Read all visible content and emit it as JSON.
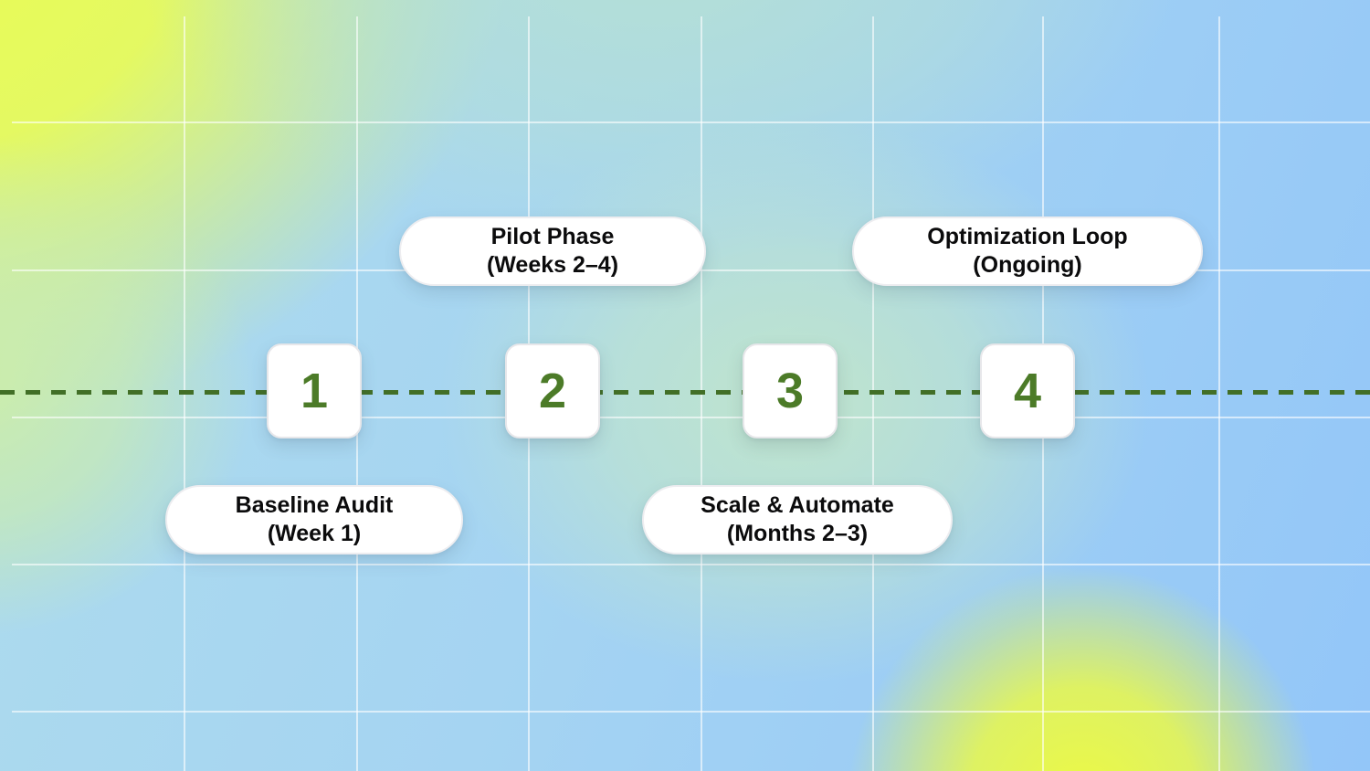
{
  "diagram": {
    "type": "timeline",
    "orientation": "horizontal",
    "steps": [
      {
        "number": "1",
        "title": "Baseline Audit",
        "subtitle": "(Week 1)",
        "label_position": "below"
      },
      {
        "number": "2",
        "title": "Pilot Phase",
        "subtitle": "(Weeks 2–4)",
        "label_position": "above"
      },
      {
        "number": "3",
        "title": "Scale & Automate",
        "subtitle": "(Months 2–3)",
        "label_position": "below"
      },
      {
        "number": "4",
        "title": "Optimization Loop",
        "subtitle": "(Ongoing)",
        "label_position": "above"
      }
    ],
    "colors": {
      "step_number_green": "#4c7b28",
      "dashed_line_green": "#426f27",
      "card_background": "#ffffff",
      "card_border": "#e7e7ea",
      "label_text": "#0b0b0c",
      "background_yellow_top_left": "#eafc55",
      "background_yellow_bottom": "#effb3f",
      "background_blue": "#9fcff8",
      "background_green": "#c5e8cc",
      "background_teal": "#b7e1d6",
      "grid_line": "rgba(255,255,255,0.6)"
    }
  }
}
